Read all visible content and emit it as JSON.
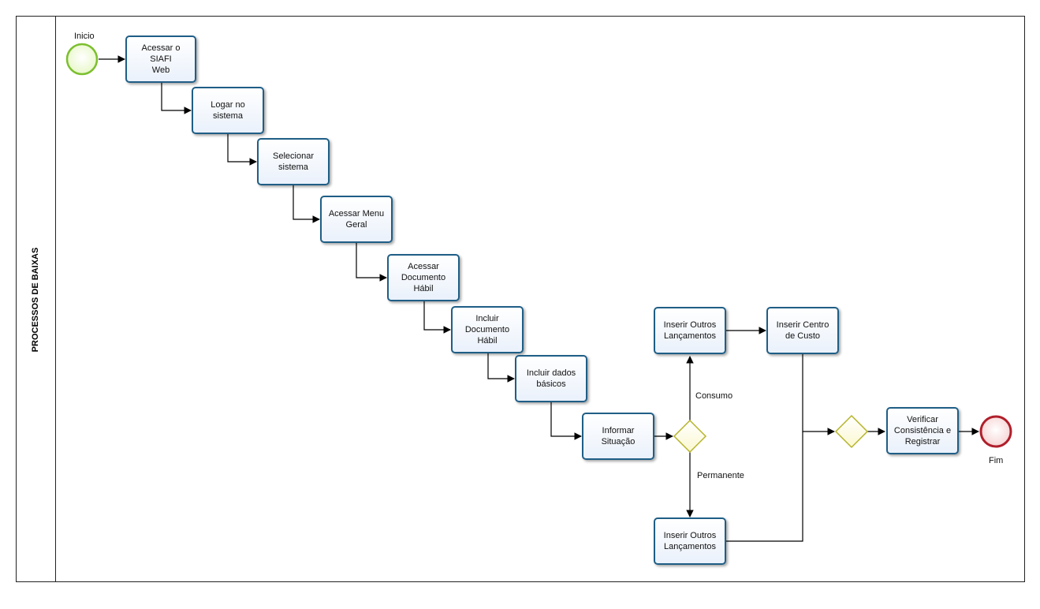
{
  "pool": {
    "lane_title": "PROCESSOS DE BAIXAS"
  },
  "events": {
    "start_label": "Inicio",
    "end_label": "Fim"
  },
  "tasks": {
    "acessar_siafi": "Acessar o  SIAFI\nWeb",
    "logar": "Logar no\nsistema",
    "selecionar": "Selecionar\nsistema",
    "menu_geral": "Acessar Menu\nGeral",
    "documento_habil": "Acessar\nDocumento\nHábil",
    "incluir_documento": "Incluir\nDocumento\nHábil",
    "dados_basicos": "Incluir dados\nbásicos",
    "informar_situacao": "Informar\nSituação",
    "outros_lancamentos_top": "Inserir Outros\nLançamentos",
    "centro_custo": "Inserir Centro\nde Custo",
    "outros_lancamentos_bottom": "Inserir Outros\nLançamentos",
    "verificar": "Verificar\nConsistência e\nRegistrar"
  },
  "gateway_labels": {
    "consumo": "Consumo",
    "permanente": "Permanente"
  },
  "colors": {
    "task_border": "#1f5e86",
    "start_event": "#7cbf2f",
    "end_event": "#b01f2b",
    "gateway": "#b5b32a"
  }
}
